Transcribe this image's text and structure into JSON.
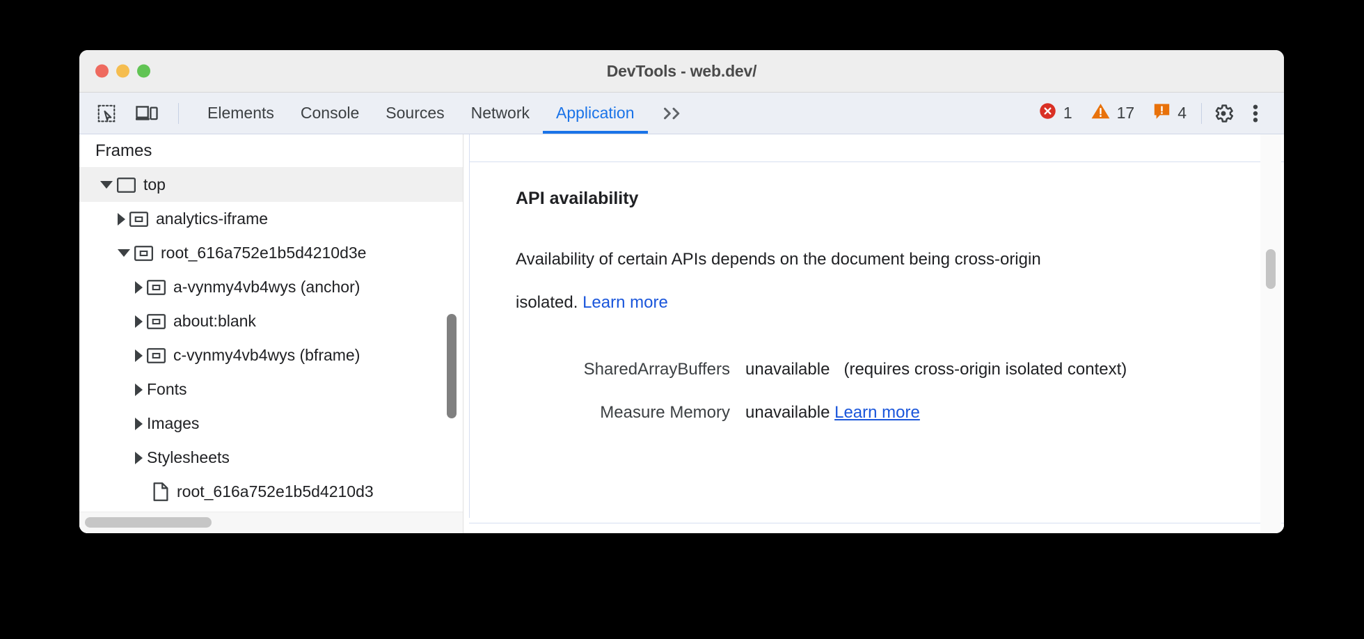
{
  "window": {
    "title": "DevTools - web.dev/",
    "traffic_lights": [
      "close",
      "minimize",
      "zoom"
    ]
  },
  "toolbar": {
    "inspect_icon": "inspect-element-icon",
    "device_icon": "device-toolbar-icon",
    "overflow_label": "»",
    "tabs": [
      {
        "label": "Elements",
        "active": false
      },
      {
        "label": "Console",
        "active": false
      },
      {
        "label": "Sources",
        "active": false
      },
      {
        "label": "Network",
        "active": false
      },
      {
        "label": "Application",
        "active": true
      }
    ],
    "counters": [
      {
        "name": "errors",
        "icon": "error-icon",
        "count": "1",
        "color": "#d93025"
      },
      {
        "name": "warnings",
        "icon": "warning-icon",
        "count": "17",
        "color": "#e8710a"
      },
      {
        "name": "issues",
        "icon": "issue-icon",
        "count": "4",
        "color": "#e8710a"
      }
    ],
    "settings_icon": "gear-icon",
    "more_icon": "kebab-menu-icon",
    "accent_color": "#1a73e8"
  },
  "sidebar": {
    "header": "Frames",
    "tree": [
      {
        "label": "top",
        "twisty": "down",
        "icon": "frame-icon",
        "depth": 0,
        "selected": true
      },
      {
        "label": "analytics-iframe",
        "twisty": "right",
        "icon": "frame-icon",
        "depth": 1,
        "selected": false
      },
      {
        "label": "root_616a752e1b5d4210d3e",
        "twisty": "down",
        "icon": "frame-icon",
        "depth": 1,
        "selected": false
      },
      {
        "label": "a-vynmy4vb4wys (anchor)",
        "twisty": "right",
        "icon": "frame-icon",
        "depth": 2,
        "selected": false
      },
      {
        "label": "about:blank",
        "twisty": "right",
        "icon": "frame-icon",
        "depth": 2,
        "selected": false
      },
      {
        "label": "c-vynmy4vb4wys (bframe)",
        "twisty": "right",
        "icon": "frame-icon",
        "depth": 2,
        "selected": false
      },
      {
        "label": "Fonts",
        "twisty": "right",
        "icon": "none",
        "depth": 1,
        "selected": false
      },
      {
        "label": "Images",
        "twisty": "right",
        "icon": "none",
        "depth": 1,
        "selected": false
      },
      {
        "label": "Stylesheets",
        "twisty": "right",
        "icon": "none",
        "depth": 1,
        "selected": false
      },
      {
        "label": "root_616a752e1b5d4210d3",
        "twisty": "none",
        "icon": "document-icon",
        "depth": 2,
        "selected": false
      }
    ]
  },
  "main": {
    "section_title": "API availability",
    "description_prefix": "Availability of certain APIs depends on the document being cross-origin isolated. ",
    "description_link": "Learn more",
    "rows": [
      {
        "key": "SharedArrayBuffers",
        "value": "unavailable",
        "note": "(requires cross-origin isolated context)",
        "link": ""
      },
      {
        "key": "Measure Memory",
        "value": "unavailable",
        "note": "",
        "link": "Learn more"
      }
    ]
  }
}
